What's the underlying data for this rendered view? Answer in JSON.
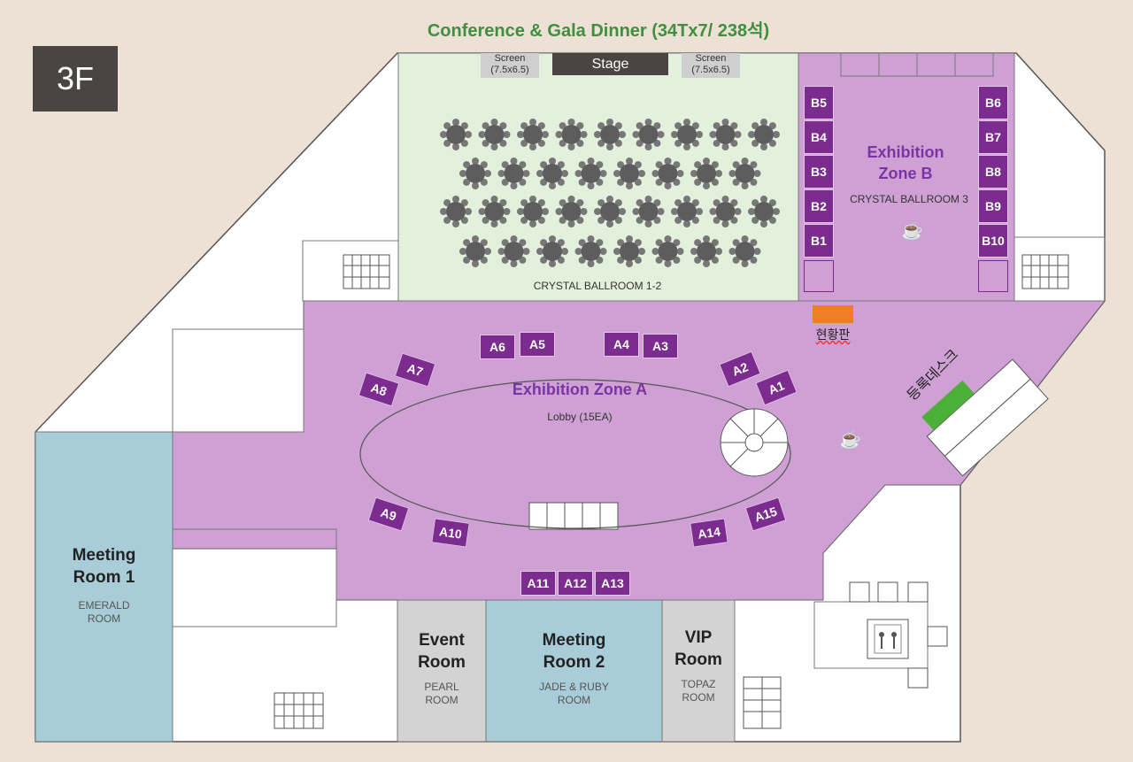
{
  "header": {
    "title": "Conference & Gala Dinner (34Tx7/ 238석)",
    "floor": "3F"
  },
  "ballroom": {
    "stage": "Stage",
    "screen_left": "Screen\n(7.5x6.5)",
    "screen_right": "Screen\n(7.5x6.5)",
    "name": "CRYSTAL BALLROOM 1-2",
    "table_rows": [
      9,
      8,
      9,
      8
    ]
  },
  "zone_b": {
    "title_line1": "Exhibition",
    "title_line2": "Zone B",
    "subtitle": "CRYSTAL BALLROOM 3",
    "booths_left": [
      "B5",
      "B4",
      "B3",
      "B2",
      "B1"
    ],
    "booths_right": [
      "B6",
      "B7",
      "B8",
      "B9",
      "B10"
    ]
  },
  "zone_a": {
    "title": "Exhibition Zone A",
    "subtitle": "Lobby (15EA)",
    "booths": [
      "A1",
      "A2",
      "A3",
      "A4",
      "A5",
      "A6",
      "A7",
      "A8",
      "A9",
      "A10",
      "A11",
      "A12",
      "A13",
      "A14",
      "A15"
    ]
  },
  "status_board": "현황판",
  "registration_desk": "등록데스크",
  "rooms": {
    "meeting1": {
      "line1": "Meeting",
      "line2": "Room 1",
      "sub1": "EMERALD",
      "sub2": "ROOM"
    },
    "event": {
      "line1": "Event",
      "line2": "Room",
      "sub1": "PEARL",
      "sub2": "ROOM"
    },
    "meeting2": {
      "line1": "Meeting",
      "line2": "Room 2",
      "sub1": "JADE & RUBY",
      "sub2": "ROOM"
    },
    "vip": {
      "line1": "VIP",
      "line2": "Room",
      "sub1": "TOPAZ",
      "sub2": "ROOM"
    }
  },
  "colors": {
    "background": "#ede1d5",
    "exhibition": "#cfa0d3",
    "booth": "#7b2c8e",
    "ballroom": "#e2f0dc",
    "meeting": "#a8cdd8",
    "grey_room": "#d3d3d3",
    "registration": "#4caf38",
    "status_board": "#f07e26",
    "title": "#3f8f3f"
  },
  "icons": [
    "coffee-icon",
    "elevator-icon",
    "stairs-icon",
    "restroom-icon"
  ]
}
